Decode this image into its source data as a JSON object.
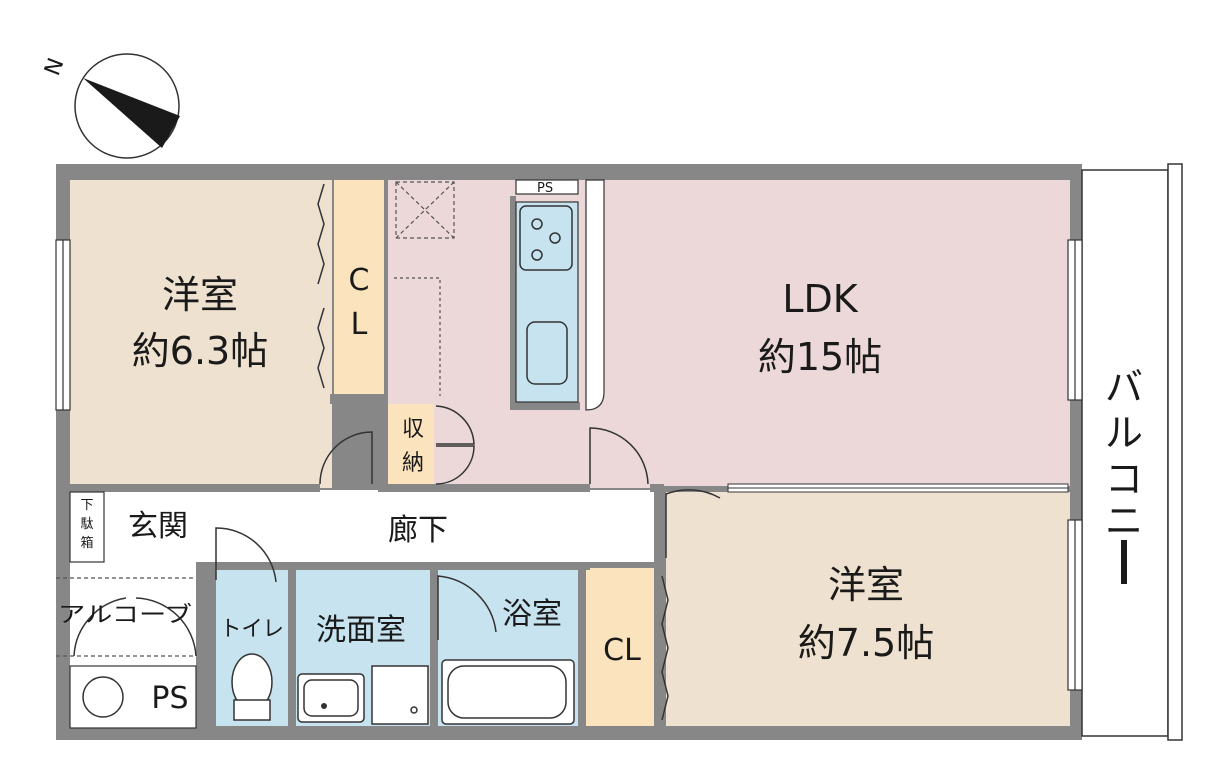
{
  "compass": {
    "letter": "N"
  },
  "colors": {
    "wall": "#878787",
    "western_room": "#efe1cf",
    "ldk": "#ecd8d8",
    "storage": "#fbe3bd",
    "wet_area": "#c6e3ef",
    "hallway": "#ffffff"
  },
  "rooms": {
    "western_room_1": {
      "name": "洋室",
      "size": "約6.3帖"
    },
    "closet_1": {
      "line1": "C",
      "line2": "L"
    },
    "ldk": {
      "name": "LDK",
      "size": "約15帖"
    },
    "storage": {
      "line1": "収",
      "line2": "納"
    },
    "ps_top": "PS",
    "shoe_box": {
      "line1": "下",
      "line2": "駄",
      "line3": "箱"
    },
    "entrance": "玄関",
    "hallway": "廊下",
    "alcove": "アルコーブ",
    "ps_bottom": "PS",
    "toilet": "トイレ",
    "washroom": "洗面室",
    "bathroom": "浴室",
    "closet_2": "CL",
    "western_room_2": {
      "name": "洋室",
      "size": "約7.5帖"
    },
    "balcony": [
      "バ",
      "ル",
      "コ",
      "ニ",
      "ー"
    ]
  }
}
